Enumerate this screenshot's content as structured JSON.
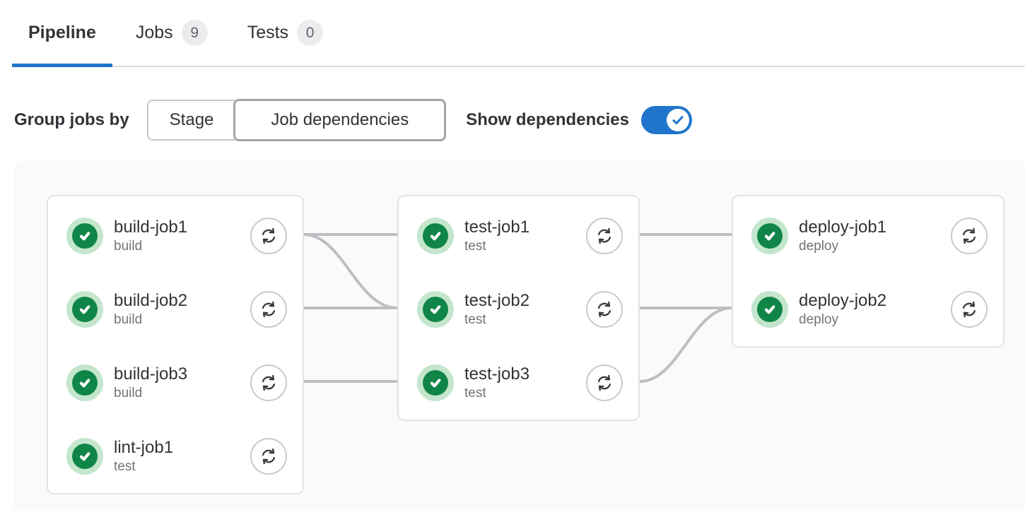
{
  "tabs": [
    {
      "label": "Pipeline",
      "active": true
    },
    {
      "label": "Jobs",
      "badge": "9",
      "active": false
    },
    {
      "label": "Tests",
      "badge": "0",
      "active": false
    }
  ],
  "controls": {
    "group_label": "Group jobs by",
    "segments": [
      {
        "label": "Stage",
        "selected": false
      },
      {
        "label": "Job dependencies",
        "selected": true
      }
    ],
    "show_dependencies_label": "Show dependencies",
    "show_dependencies_on": true
  },
  "pipeline": {
    "groups": [
      {
        "jobs": [
          {
            "name": "build-job1",
            "stage": "build",
            "status": "success",
            "action": "retry"
          },
          {
            "name": "build-job2",
            "stage": "build",
            "status": "success",
            "action": "retry"
          },
          {
            "name": "build-job3",
            "stage": "build",
            "status": "success",
            "action": "retry"
          },
          {
            "name": "lint-job1",
            "stage": "test",
            "status": "success",
            "action": "retry"
          }
        ]
      },
      {
        "jobs": [
          {
            "name": "test-job1",
            "stage": "test",
            "status": "success",
            "action": "retry"
          },
          {
            "name": "test-job2",
            "stage": "test",
            "status": "success",
            "action": "retry"
          },
          {
            "name": "test-job3",
            "stage": "test",
            "status": "success",
            "action": "retry"
          }
        ]
      },
      {
        "jobs": [
          {
            "name": "deploy-job1",
            "stage": "deploy",
            "status": "success",
            "action": "retry"
          },
          {
            "name": "deploy-job2",
            "stage": "deploy",
            "status": "success",
            "action": "retry"
          }
        ]
      }
    ],
    "links": [
      {
        "from": "build-job1",
        "to": "test-job1"
      },
      {
        "from": "build-job1",
        "to": "test-job2"
      },
      {
        "from": "build-job2",
        "to": "test-job2"
      },
      {
        "from": "build-job3",
        "to": "test-job3"
      },
      {
        "from": "test-job1",
        "to": "deploy-job1"
      },
      {
        "from": "test-job2",
        "to": "deploy-job2"
      },
      {
        "from": "test-job3",
        "to": "deploy-job2"
      }
    ]
  },
  "colors": {
    "accent": "#1f75cb",
    "success": "#108548",
    "success_bg": "#c3e6cd",
    "dependency_line": "#bdbdc2"
  }
}
